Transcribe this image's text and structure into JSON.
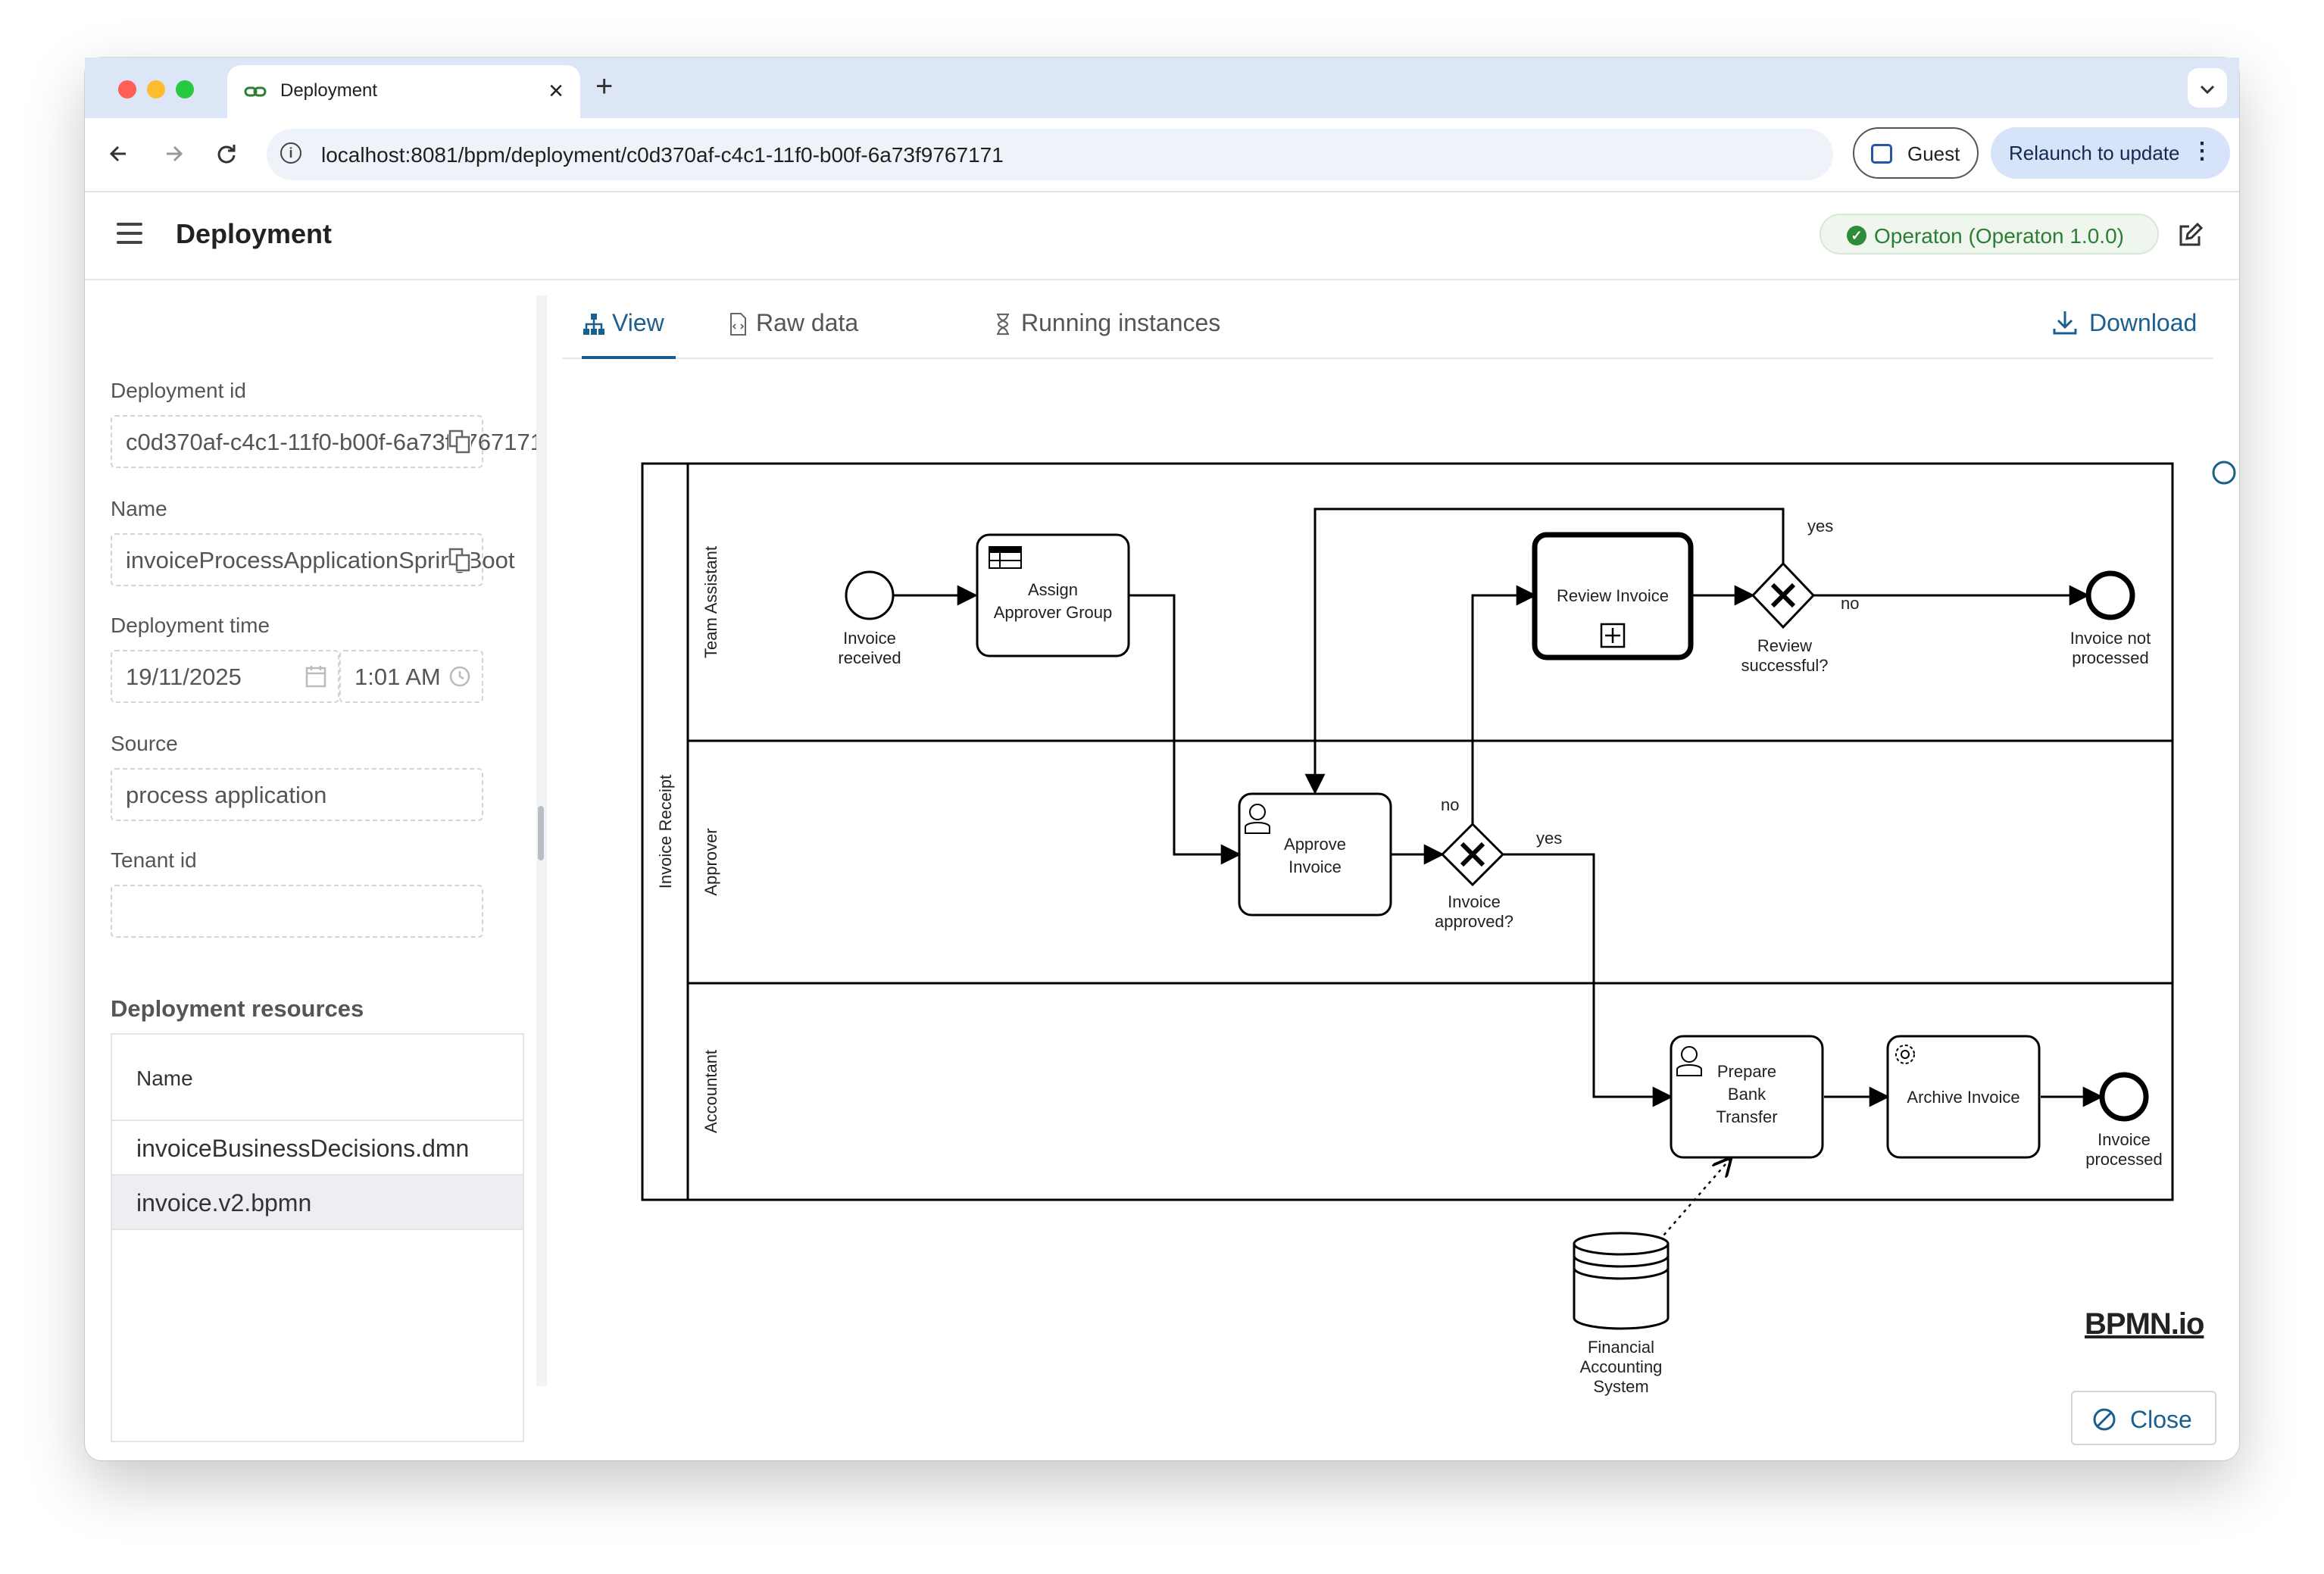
{
  "browser": {
    "tab_title": "Deployment",
    "new_tab_symbol": "+",
    "close_tab_symbol": "×",
    "url": "localhost:8081/bpm/deployment/c0d370af-c4c1-11f0-b00f-6a73f9767171",
    "guest_label": "Guest",
    "relaunch_label": "Relaunch to update",
    "traffic_colors": [
      "#ff5f57",
      "#febc2e",
      "#28c840"
    ]
  },
  "app": {
    "title": "Deployment",
    "engine_label": "Operaton (Operaton 1.0.0)"
  },
  "fields": {
    "deployment_id_label": "Deployment id",
    "deployment_id_value": "c0d370af-c4c1-11f0-b00f-6a73f9767171",
    "name_label": "Name",
    "name_value": "invoiceProcessApplicationSpringBoot",
    "deployment_time_label": "Deployment time",
    "date_value": "19/11/2025",
    "time_value": "1:01 AM",
    "source_label": "Source",
    "source_value": "process application",
    "tenant_label": "Tenant id",
    "tenant_value": ""
  },
  "resources": {
    "heading": "Deployment resources",
    "column_header": "Name",
    "rows": [
      "invoiceBusinessDecisions.dmn",
      "invoice.v2.bpmn"
    ],
    "selected_index": 1
  },
  "tabs": {
    "view": "View",
    "raw": "Raw data",
    "running": "Running instances",
    "download": "Download"
  },
  "diagram": {
    "pool": "Invoice Receipt",
    "lanes": [
      "Team Assistant",
      "Approver",
      "Accountant"
    ],
    "start_event": [
      "Invoice",
      "received"
    ],
    "assign_task": [
      "Assign",
      "Approver Group"
    ],
    "review_task": "Review Invoice",
    "review_gateway": [
      "Review",
      "successful?"
    ],
    "end_not_processed": [
      "Invoice not",
      "processed"
    ],
    "approve_task": [
      "Approve",
      "Invoice"
    ],
    "approve_gateway": [
      "Invoice",
      "approved?"
    ],
    "prepare_task": [
      "Prepare",
      "Bank",
      "Transfer"
    ],
    "archive_task": "Archive Invoice",
    "end_processed": [
      "Invoice",
      "processed"
    ],
    "data_store": [
      "Financial",
      "Accounting",
      "System"
    ],
    "yes": "yes",
    "no": "no",
    "logo": "BPMN.io"
  },
  "close_label": "Close"
}
